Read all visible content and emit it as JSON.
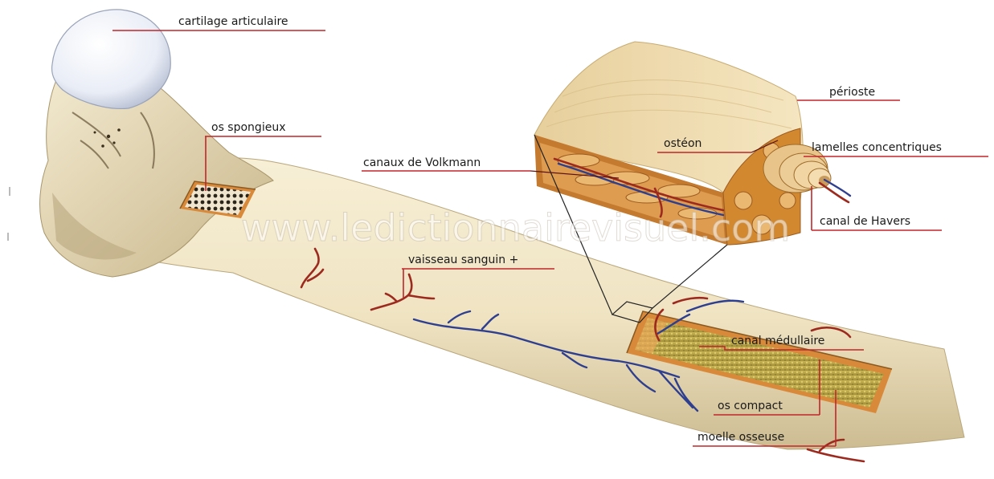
{
  "labels": {
    "cartilage": "cartilage articulaire",
    "spongy": "os spongieux",
    "volkmann": "canaux de Volkmann",
    "periosteum": "périoste",
    "osteon": "ostéon",
    "lamellae": "lamelles concentriques",
    "havers": "canal de Havers",
    "vessel": "vaisseau sanguin +",
    "medullary": "canal médullaire",
    "compact": "os compact",
    "marrow": "moelle osseuse"
  },
  "watermark": "www.ledictionnairevisuel.com",
  "colors": {
    "bone": "#efe3c2",
    "bone_shadow": "#c9b98f",
    "cartilage": "#eef1f8",
    "leader": "#c0262b",
    "vein": "#2f3f8f",
    "artery": "#9c2a1e",
    "marrow": "#b8a445",
    "orange_layer": "#d9893a"
  }
}
